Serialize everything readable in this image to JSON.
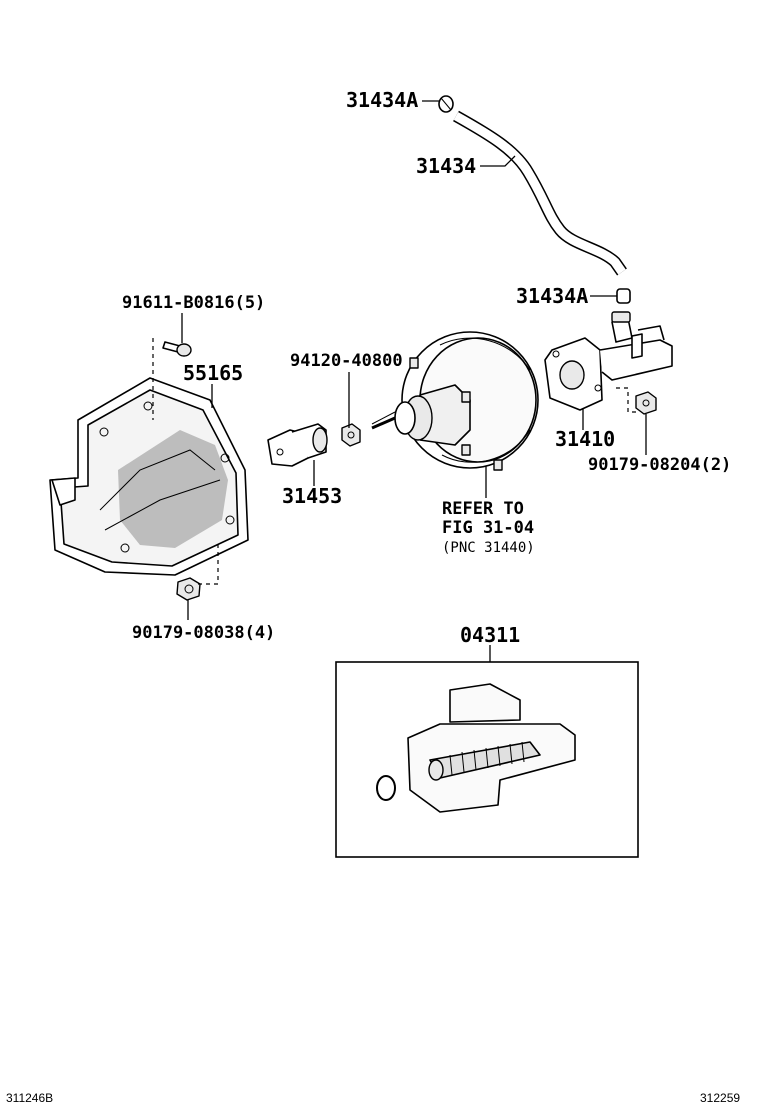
{
  "labels": {
    "hose_clip_top": "31434A",
    "vacuum_hose": "31434",
    "hose_clip_bottom": "31434A",
    "bolt": "91611-B0816(5)",
    "cover": "55165",
    "nut_94120": "94120-40800",
    "clevis": "31453",
    "master_cylinder": "31410",
    "nut_90179_2": "90179-08204(2)",
    "nut_90179_4": "90179-08038(4)",
    "kit": "04311"
  },
  "refer": {
    "line1": "REFER TO",
    "line2": "FIG 31-04",
    "line3": "(PNC 31440)"
  },
  "footer": {
    "left_code": "311246B",
    "right_code": "312259"
  }
}
